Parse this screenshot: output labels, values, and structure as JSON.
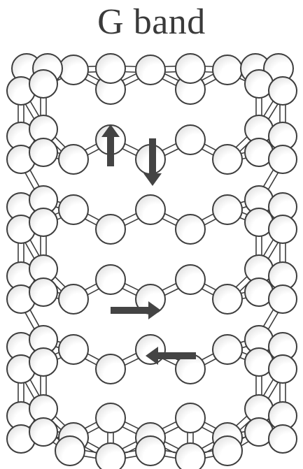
{
  "figure": {
    "title": "G band"
  },
  "colors": {
    "ink": "#444444",
    "atom_fill": "#ffffff",
    "atom_stroke": "#3d3d3d",
    "arrow": "#444444"
  },
  "arrows": [
    {
      "name": "arrow-up",
      "direction": "up"
    },
    {
      "name": "arrow-down",
      "direction": "down"
    },
    {
      "name": "arrow-right",
      "direction": "right"
    },
    {
      "name": "arrow-left",
      "direction": "left"
    }
  ]
}
